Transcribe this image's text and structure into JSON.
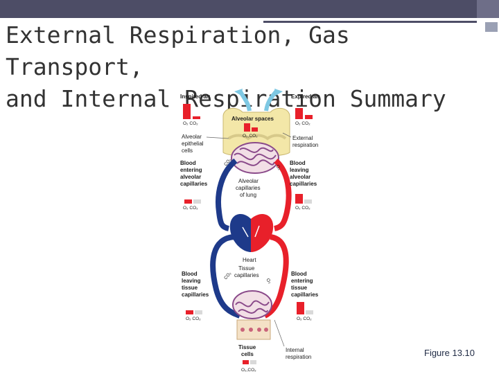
{
  "slide": {
    "title_line1": "External Respiration, Gas Transport,",
    "title_line2": "and Internal Respiration Summary",
    "caption": "Figure 13.10"
  },
  "diagram": {
    "inspired_air": "Inspired air",
    "expired_air": "Expired air",
    "alveolar_spaces": "Alveolar spaces",
    "alveolar_epithelial_1": "Alveolar",
    "alveolar_epithelial_2": "epithelial",
    "alveolar_epithelial_3": "cells",
    "external_respiration_1": "External",
    "external_respiration_2": "respiration",
    "blood_entering_alv_1": "Blood",
    "blood_entering_alv_2": "entering",
    "blood_entering_alv_3": "alveolar",
    "blood_entering_alv_4": "capillaries",
    "blood_leaving_alv_1": "Blood",
    "blood_leaving_alv_2": "leaving",
    "blood_leaving_alv_3": "alveolar",
    "blood_leaving_alv_4": "capillaries",
    "alveolar_cap_1": "Alveolar",
    "alveolar_cap_2": "capillaries",
    "alveolar_cap_3": "of lung",
    "heart": "Heart",
    "tissue_cap_1": "Tissue",
    "tissue_cap_2": "capillaries",
    "blood_leaving_tis_1": "Blood",
    "blood_leaving_tis_2": "leaving",
    "blood_leaving_tis_3": "tissue",
    "blood_leaving_tis_4": "capillaries",
    "blood_entering_tis_1": "Blood",
    "blood_entering_tis_2": "entering",
    "blood_entering_tis_3": "tissue",
    "blood_entering_tis_4": "capillaries",
    "tissue_cells_1": "Tissue",
    "tissue_cells_2": "cells",
    "internal_respiration_1": "Internal",
    "internal_respiration_2": "respiration",
    "o2": "O",
    "co2": "CO",
    "sub2": "2",
    "o2_co2": "O₂ CO₂",
    "o2co2_compact": "O₂,CO₂",
    "side_o2": "O₂",
    "side_co2": "CO₂"
  },
  "colors": {
    "oxygenated": "#e8202a",
    "deoxygenated": "#1e3a8a",
    "capillary": "#8a4a8a",
    "alveolus": "#f3e7a8",
    "bar_empty": "#d9d9d9",
    "air_arrow": "#7ec8e3"
  }
}
